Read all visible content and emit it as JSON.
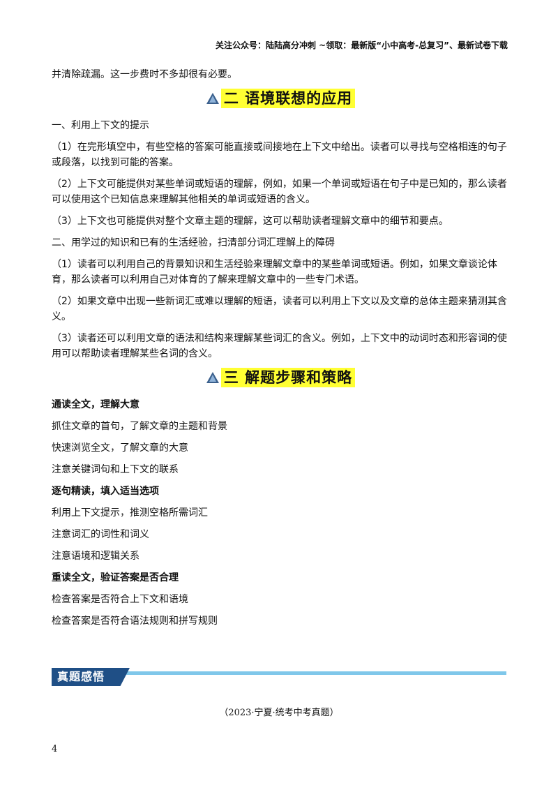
{
  "header": {
    "text": "关注公众号：陆陆高分冲刺 ~领取：最新版“小中高考-总复习”、最新试卷下载"
  },
  "intro_text": "并清除疏漏。这一步费时不多却很有必要。",
  "section2": {
    "title": "二  语境联想的应用",
    "part1": {
      "heading": "一、利用上下文的提示",
      "items": [
        "（1）在完形填空中，有些空格的答案可能直接或间接地在上下文中给出。读者可以寻找与空格相连的句子或段落，以找到可能的答案。",
        "（2）上下文可能提供对某些单词或短语的理解，例如，如果一个单词或短语在句子中是已知的，那么读者可以使用这个已知信息来理解其他相关的单词或短语的含义。",
        "（3）上下文也可能提供对整个文章主题的理解，这可以帮助读者理解文章中的细节和要点。"
      ]
    },
    "part2": {
      "heading": "二、用学过的知识和已有的生活经验，扫清部分词汇理解上的障碍",
      "items": [
        "（1）读者可以利用自己的背景知识和生活经验来理解文章中的某些单词或短语。例如，如果文章谈论体育，那么读者可以利用自己对体育的了解来理解文章中的一些专门术语。",
        "（2）如果文章中出现一些新词汇或难以理解的短语，读者可以利用上下文以及文章的总体主题来猜测其含义。",
        "（3）读者还可以利用文章的语法和结构来理解某些词汇的含义。例如，上下文中的动词时态和形容词的使用可以帮助读者理解某些名词的含义。"
      ]
    }
  },
  "section3": {
    "title": "三   解题步骤和策略",
    "groups": [
      {
        "heading": "通读全文，理解大意",
        "lines": [
          "抓住文章的首句，了解文章的主题和背景",
          "快速浏览全文，了解文章的大意",
          "注意关键词句和上下文的联系"
        ]
      },
      {
        "heading": "逐句精读，填入适当选项",
        "lines": [
          "利用上下文提示，推测空格所需词汇",
          "注意词汇的词性和词义",
          "注意语境和逻辑关系"
        ]
      },
      {
        "heading": "重读全文，验证答案是否合理",
        "lines": [
          "检查答案是否符合上下文和语境",
          "检查答案是否符合语法规则和拼写规则"
        ]
      }
    ]
  },
  "banner": {
    "label": "真题感悟"
  },
  "source": "（2023·宁夏·统考中考真题）",
  "page_number": "4",
  "colors": {
    "highlight": "#ffff33",
    "banner_dark": "#1f4f86",
    "banner_light": "#7fc7ea",
    "triangle": "#3a5f8c"
  }
}
